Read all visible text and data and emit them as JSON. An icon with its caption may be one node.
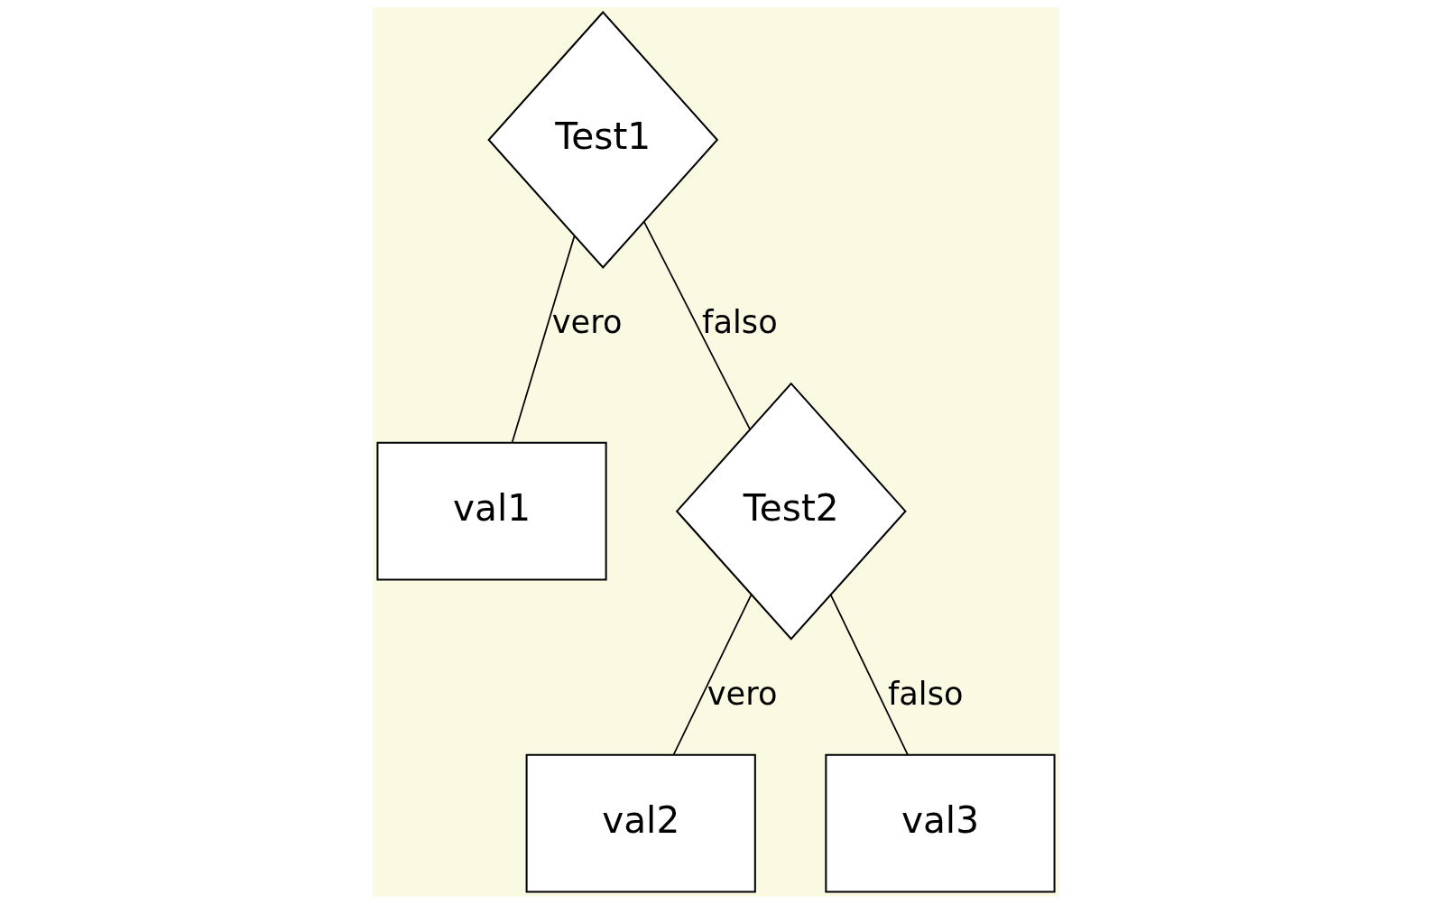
{
  "diagram": {
    "nodes": [
      {
        "text": [
          "Test1"
        ]
      },
      {
        "text": [
          "val1"
        ]
      },
      {
        "text": [
          "Test2"
        ]
      },
      {
        "text": [
          "val2"
        ]
      },
      {
        "text": [
          "val3"
        ]
      }
    ],
    "edges": [
      {
        "from": 0,
        "to": 1,
        "arrow": "none",
        "label": "vero"
      },
      {
        "from": 0,
        "to": 2,
        "arrow": "none",
        "label": "falso"
      },
      {
        "from": 2,
        "to": 3,
        "arrow": "none",
        "label": "vero"
      },
      {
        "from": 2,
        "to": 4,
        "arrow": "none",
        "label": "falso"
      }
    ]
  }
}
